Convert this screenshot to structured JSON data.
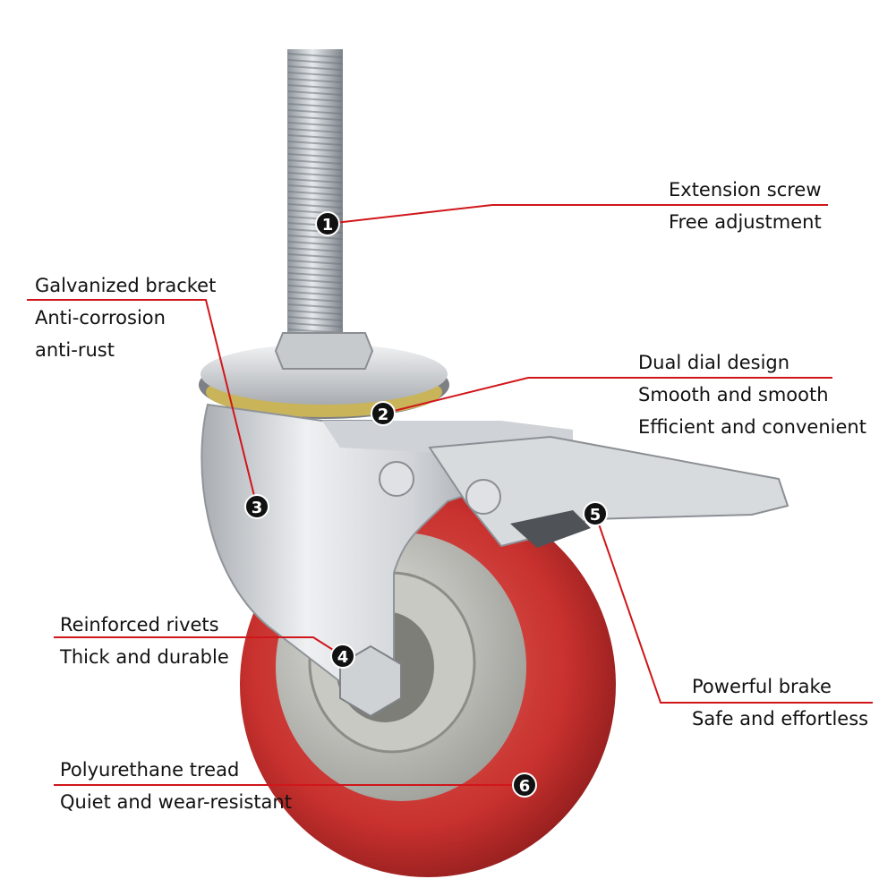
{
  "callouts": [
    {
      "number": "1",
      "lines": [
        "Extension screw",
        "Free adjustment"
      ]
    },
    {
      "number": "2",
      "lines": [
        "Dual dial design",
        "Smooth and smooth",
        "Efficient and convenient"
      ]
    },
    {
      "number": "3",
      "lines": [
        "Galvanized bracket",
        "Anti-corrosion",
        "anti-rust"
      ]
    },
    {
      "number": "4",
      "lines": [
        "Reinforced rivets",
        "Thick and durable"
      ]
    },
    {
      "number": "5",
      "lines": [
        "Powerful brake",
        "Safe and effortless"
      ]
    },
    {
      "number": "6",
      "lines": [
        "Polyurethane tread",
        "Quiet and wear-resistant"
      ]
    }
  ],
  "colors": {
    "leader_line": "#d0161b",
    "marker_fill": "#111111",
    "wheel_tread": "#c8312e",
    "hub": "#b9b9b5",
    "metal": "#d9dadc"
  }
}
